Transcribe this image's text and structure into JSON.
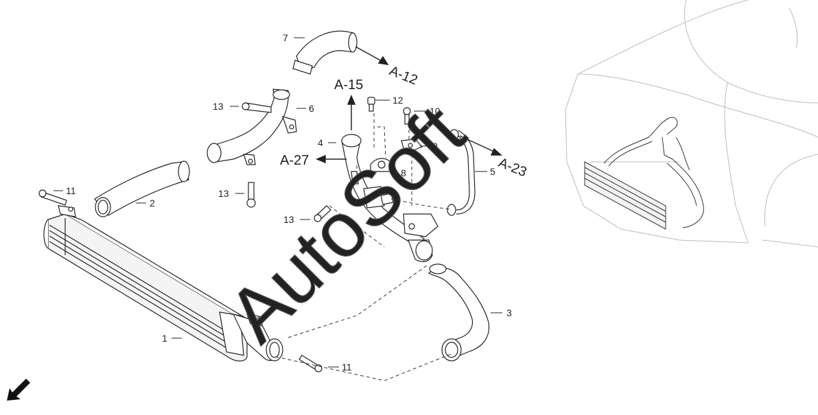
{
  "diagram": {
    "callouts": {
      "c1": "1",
      "c2": "2",
      "c3": "3",
      "c4": "4",
      "c5": "5",
      "c6": "6",
      "c7": "7",
      "c8": "8",
      "c9": "9",
      "c10": "10",
      "c11a": "11",
      "c11b": "11",
      "c12": "12",
      "c13a": "13",
      "c13b": "13",
      "c13c": "13"
    },
    "references": {
      "a12": "A-12",
      "a15": "A-15",
      "a23": "A-23",
      "a27": "A-27"
    },
    "watermark": "AutoSoft",
    "colors": {
      "line": "#222222",
      "vehicle_outline": "#bbbbbb",
      "watermark_outline": "#555555"
    }
  }
}
